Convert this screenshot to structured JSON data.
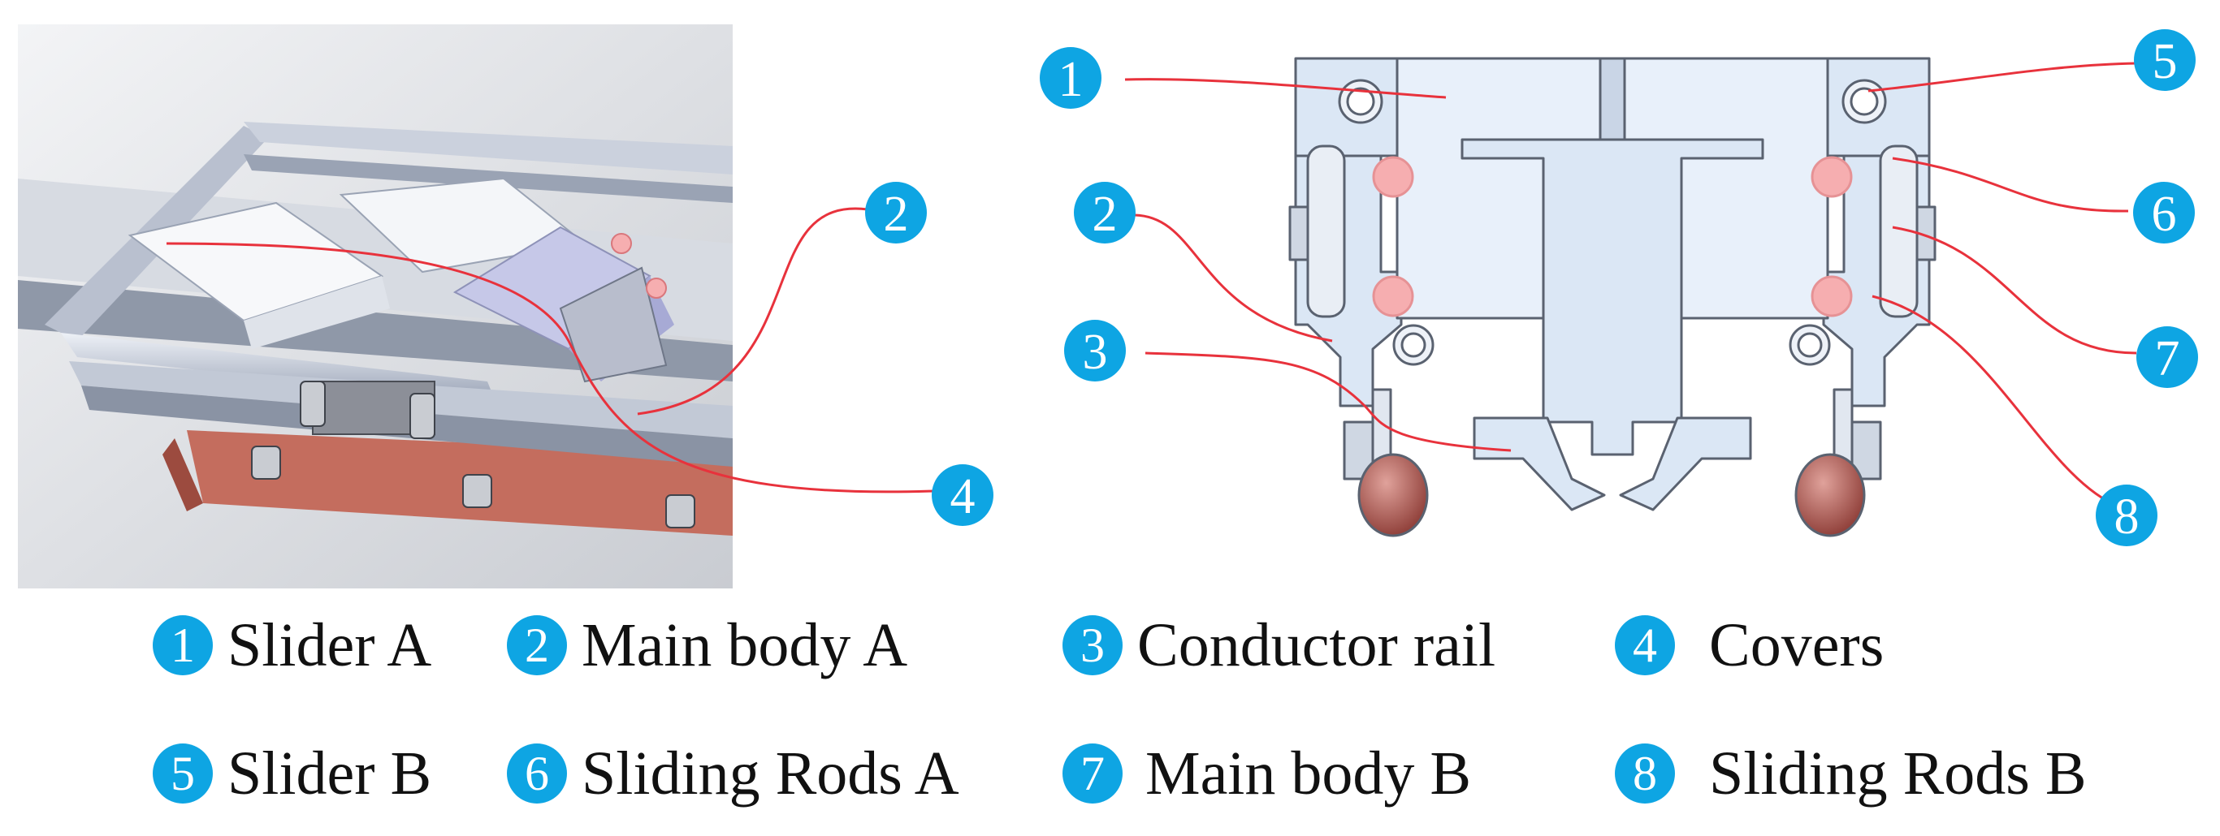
{
  "colors": {
    "badge": "#0ea5e3",
    "leader_line": "#e8323c",
    "body_fill": "#dbe7f5",
    "outline": "#5a6270",
    "sliding_rod": "#f6aeb0",
    "wheel": "#a8554f",
    "cover_steel": "#a9b3c4",
    "covers_plate": "#c46d5e"
  },
  "icons": {
    "badge": "numbered-circle-icon"
  },
  "callouts_left": [
    "2",
    "4"
  ],
  "callouts_right": [
    "1",
    "2",
    "3",
    "5",
    "6",
    "7",
    "8"
  ],
  "legend": {
    "rows": [
      [
        {
          "num": "1",
          "label": "Slider A"
        },
        {
          "num": "2",
          "label": "Main body A"
        },
        {
          "num": "3",
          "label": "Conductor rail"
        },
        {
          "num": "4",
          "label": "Covers"
        }
      ],
      [
        {
          "num": "5",
          "label": "Slider B"
        },
        {
          "num": "6",
          "label": "Sliding Rods A"
        },
        {
          "num": "7",
          "label": "Main body B"
        },
        {
          "num": "8",
          "label": "Sliding Rods B"
        }
      ]
    ]
  }
}
